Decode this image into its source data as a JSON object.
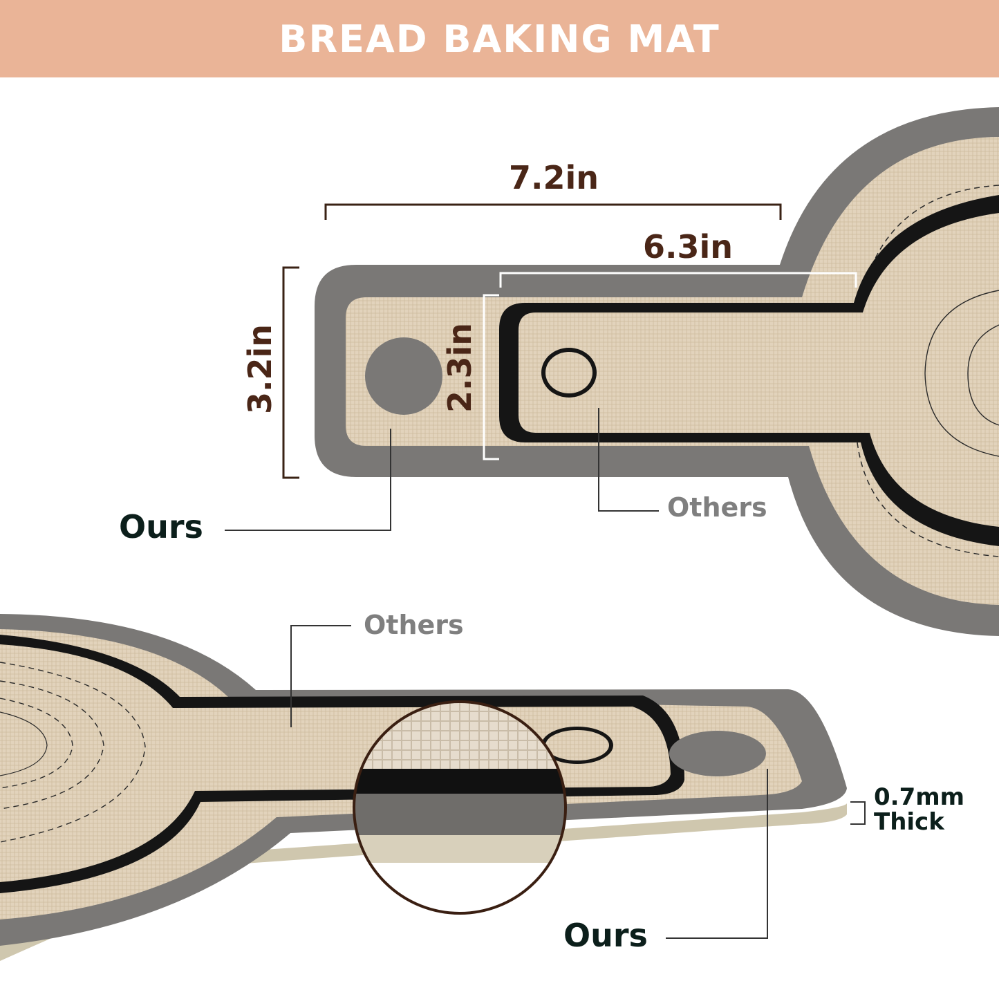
{
  "banner": {
    "title": "BREAD BAKING MAT"
  },
  "dimensions": {
    "top_width": "7.2in",
    "inner_width": "6.3in",
    "outer_height": "3.2in",
    "inner_height": "2.3in"
  },
  "callouts": {
    "ours_top": "Ours",
    "others_top": "Others",
    "others_bottom": "Others",
    "ours_bottom": "Ours"
  },
  "thickness": {
    "line1": "0.7mm",
    "line2": "Thick"
  },
  "colors": {
    "banner": "#eab497",
    "mat_gray": "#7a7876",
    "mat_beige": "#e2d3bc",
    "inner_black": "#151515",
    "dimension_text": "#4a2617",
    "ours_text": "#0c1f1b",
    "others_text": "#7f7f7f"
  }
}
